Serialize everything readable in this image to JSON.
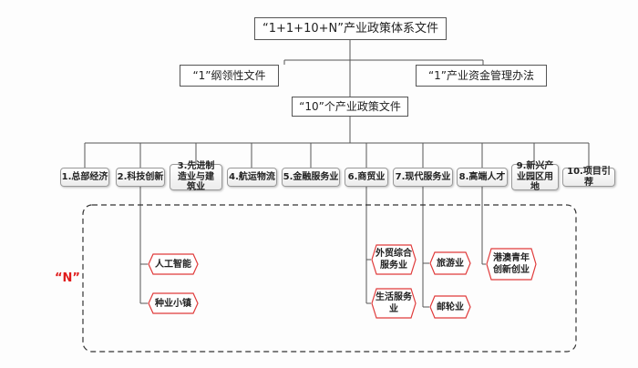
{
  "top": {
    "title": "“1+1+10+N”产业政策体系文件"
  },
  "second_level": {
    "left": "“1”纲领性文件",
    "right": "“1”产业资金管理办法"
  },
  "third_level": {
    "title": "“10”个产业政策文件"
  },
  "categories": [
    "1.总部经济",
    "2.科技创新",
    "3.先进制造业与建筑业",
    "4.航运物流",
    "5.金融服务业",
    "6.商贸业",
    "7.现代服务业",
    "8.高端人才",
    "9.新兴产业园区用地",
    "10.项目引荐"
  ],
  "n_section": {
    "label": "“N”",
    "label_color": "#e01b1b",
    "hex_border_color": "#e03b3b",
    "items": {
      "ai": "人工智能",
      "seed_town": "种业小镇",
      "foreign_trade": "外贸综合服务业",
      "life_service": "生活服务业",
      "tourism": "旅游业",
      "cruise": "邮轮业",
      "youth_startup": "港澳青年创新创业"
    }
  }
}
